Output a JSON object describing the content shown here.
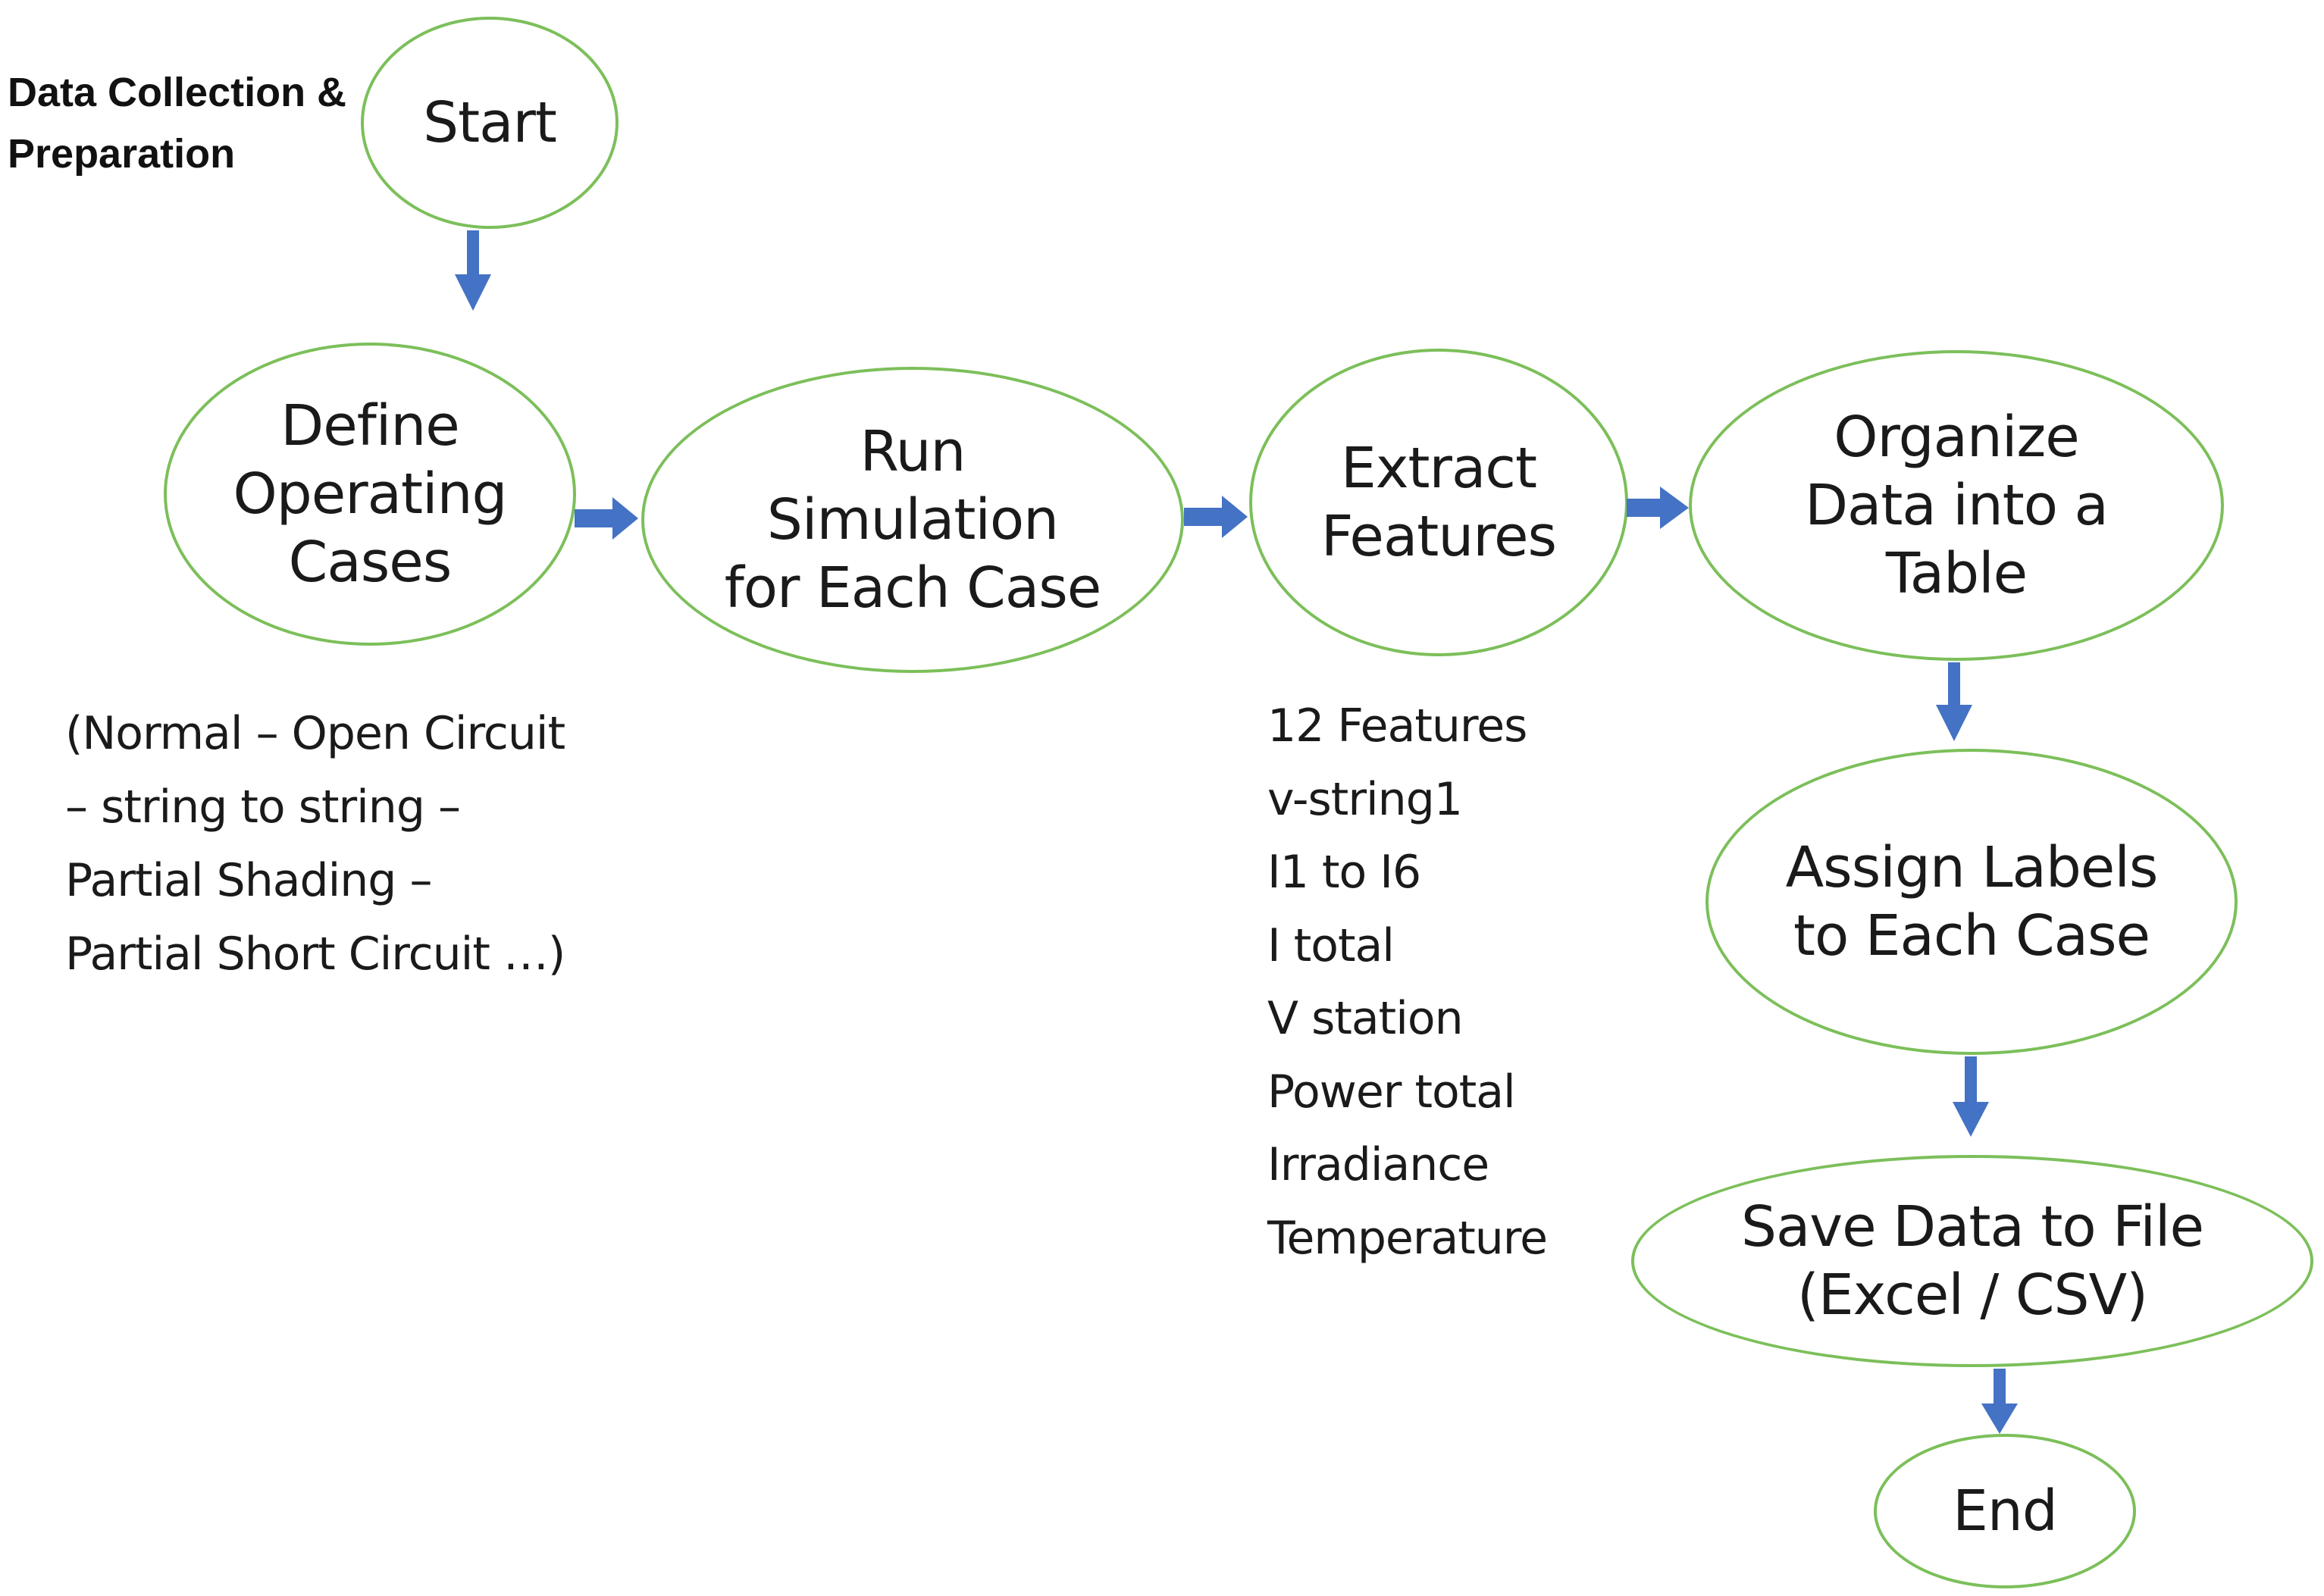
{
  "diagram": {
    "heading": "Data Collection &\nPreparation",
    "nodes": {
      "start": "Start",
      "define": "Define\nOperating\nCases",
      "run": "Run\nSimulation\nfor Each Case",
      "extract": "Extract\nFeatures",
      "organize": "Organize\nData into a\nTable",
      "assign": "Assign Labels\nto Each Case",
      "save": "Save Data to File\n(Excel / CSV)",
      "end": "End"
    },
    "cases_note": [
      "(Normal – Open Circuit",
      "– string to string –",
      "Partial Shading –",
      "Partial Short Circuit …)"
    ],
    "features_note": [
      "12 Features",
      "v-string1",
      "I1 to I6",
      "I total",
      "V station",
      "Power total",
      " Irradiance",
      " Temperature"
    ],
    "colors": {
      "node_border": "#7cbf5a",
      "arrow": "#4472c4",
      "text": "#1a1a1a"
    }
  }
}
